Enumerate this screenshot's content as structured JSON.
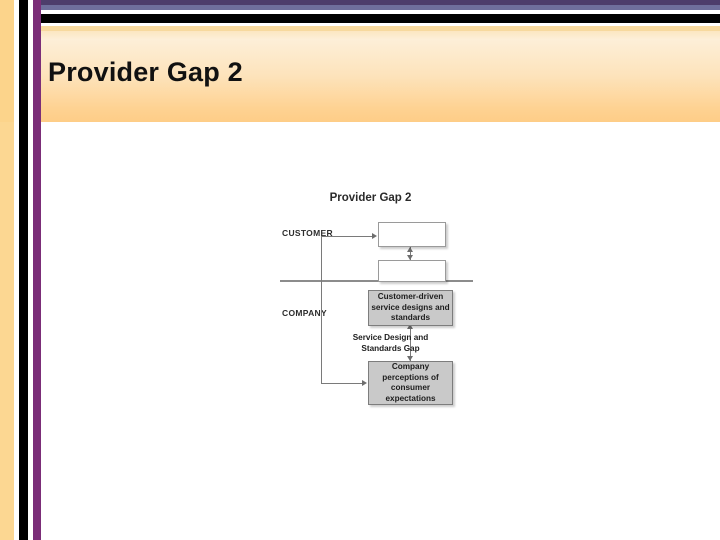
{
  "slide": {
    "title": "Provider Gap 2",
    "accent_purple_dark": "#4d3d6b",
    "accent_purple_light": "#6f6f9c",
    "accent_purple_bar": "#7b2d78",
    "accent_tan": "#fcd792",
    "header_gradient_top": "#fdefd8",
    "header_gradient_bottom": "#fecd87",
    "background": "#ffffff"
  },
  "diagram": {
    "title": "Provider Gap 2",
    "section_labels": {
      "customer": "CUSTOMER",
      "company": "COMPANY"
    },
    "gap_label": "Service Design and Standards Gap",
    "box_fill_gray": "#c9c9c9",
    "box_fill_white": "#ffffff",
    "divider_color": "#8c8c8c",
    "boxes": [
      {
        "id": "top-1",
        "text": "",
        "fill": "white",
        "section": "customer"
      },
      {
        "id": "top-2",
        "text": "",
        "fill": "white",
        "section": "customer"
      },
      {
        "id": "standards",
        "text": "Customer-driven service designs and standards",
        "fill": "gray",
        "section": "company"
      },
      {
        "id": "perceptions",
        "text": "Company perceptions of consumer expectations",
        "fill": "gray",
        "section": "company"
      }
    ],
    "box_text_lines": {
      "standards": [
        "Customer-driven",
        "service designs and",
        "standards"
      ],
      "perceptions": [
        "Company",
        "perceptions of",
        "consumer",
        "expectations"
      ]
    },
    "gap_label_lines": [
      "Service Design and",
      "Standards Gap"
    ]
  }
}
